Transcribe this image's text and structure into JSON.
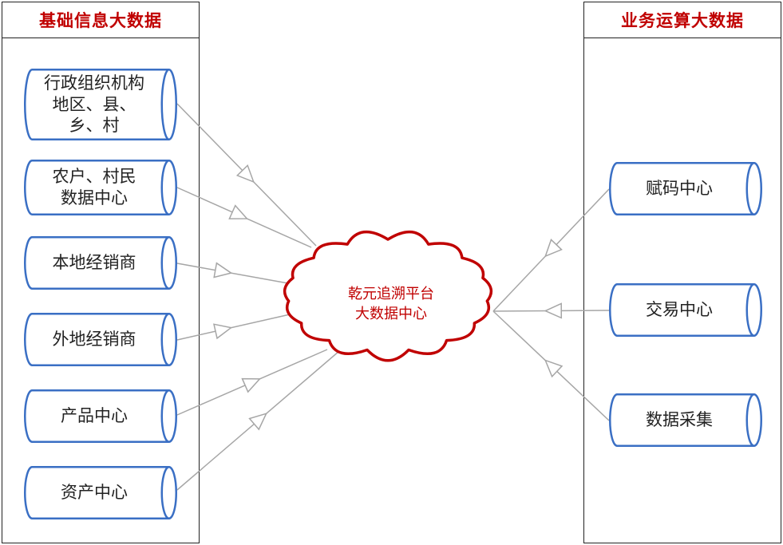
{
  "left_panel": {
    "title": "基础信息大数据",
    "items": [
      {
        "lines": [
          "行政组织机构",
          "地区、县、",
          "乡、村"
        ]
      },
      {
        "lines": [
          "农户、村民",
          "数据中心"
        ]
      },
      {
        "lines": [
          "本地经销商"
        ]
      },
      {
        "lines": [
          "外地经销商"
        ]
      },
      {
        "lines": [
          "产品中心"
        ]
      },
      {
        "lines": [
          "资产中心"
        ]
      }
    ]
  },
  "right_panel": {
    "title": "业务运算大数据",
    "items": [
      {
        "lines": [
          "赋码中心"
        ]
      },
      {
        "lines": [
          "交易中心"
        ]
      },
      {
        "lines": [
          "数据采集"
        ]
      }
    ]
  },
  "center": {
    "lines": [
      "乾元追溯平台",
      "大数据中心"
    ]
  },
  "colors": {
    "title": "#c00000",
    "cloud_stroke": "#c00000",
    "node_stroke": "#3a6fc4",
    "connector": "#a6a6a6",
    "border": "#222222"
  }
}
